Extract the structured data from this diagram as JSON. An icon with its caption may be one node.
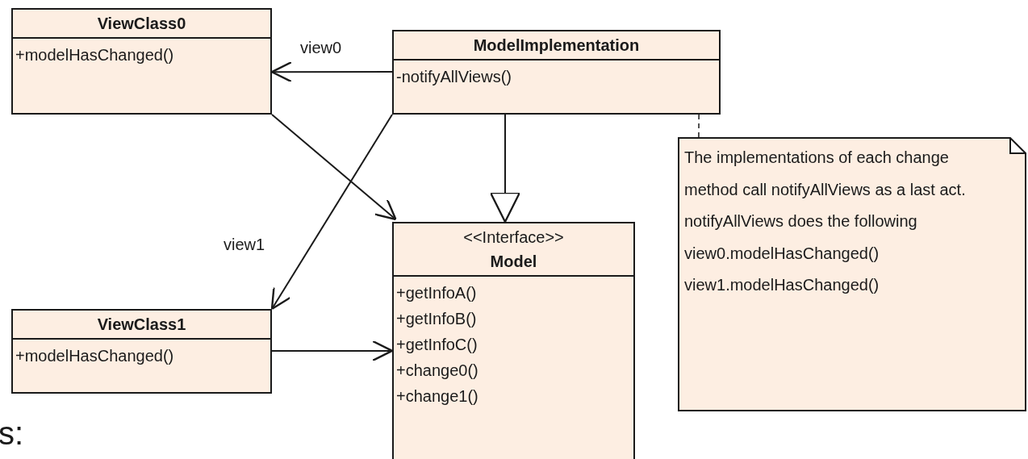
{
  "diagram": {
    "nodes": [
      {
        "text": [
          "ViewClass0",
          "+modelHasChanged()"
        ]
      },
      {
        "text": [
          "ModelImplementation",
          "-notifyAllViews()"
        ]
      },
      {
        "text": [
          "<<Interface>>",
          "Model",
          "+getInfoA()",
          "+getInfoB()",
          "+getInfoC()",
          "+change0()",
          "+change1()"
        ]
      },
      {
        "text": [
          "ViewClass1",
          "+modelHasChanged()"
        ]
      },
      {
        "text": [
          "The implementations of each change method call notifyAllViews as a last act. notifyAllViews does the following view0.modelHasChanged() view1.modelHasChanged()"
        ]
      }
    ],
    "edges": [
      {
        "from": 1,
        "to": 0,
        "arrow": "to",
        "label": "view0"
      },
      {
        "from": 0,
        "to": 2,
        "arrow": "to"
      },
      {
        "from": 1,
        "to": 3,
        "arrow": "to",
        "label": "view1"
      },
      {
        "from": 3,
        "to": 2,
        "arrow": "to"
      },
      {
        "from": 1,
        "to": 2,
        "arrow": "to"
      },
      {
        "from": 1,
        "to": 4,
        "arrow": "none",
        "style": "dashed"
      }
    ],
    "labels": [
      "s:"
    ]
  }
}
